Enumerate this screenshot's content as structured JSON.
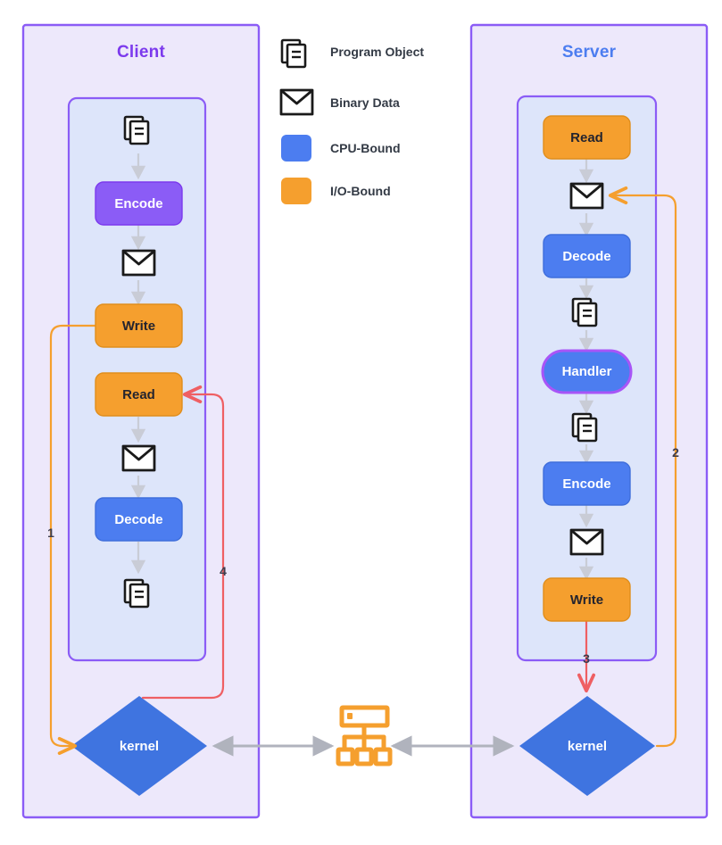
{
  "diagram": {
    "title_client": "Client",
    "title_server": "Server",
    "colors": {
      "panel_fill": "#ede8fb",
      "panel_border": "#8b5cf6",
      "inner_fill": "#dde5fa",
      "inner_border": "#8b5cf6",
      "cpu_bound": "#4c7df0",
      "io_bound": "#f59f2e",
      "encode_purple": "#8b5cf6",
      "handler_border": "#a855f7",
      "kernel_fill": "#3f74e0",
      "arrow_gray": "#b0b3bd",
      "flow_orange": "#f59f2e",
      "flow_red": "#ef5f63",
      "client_title": "#7c3aed",
      "server_title": "#4c7df0",
      "icon_black": "#1a1a1a",
      "network_orange": "#f59f2e"
    }
  },
  "legend": {
    "items": [
      {
        "icon": "program-object-icon",
        "label": "Program Object",
        "kind": "glyph"
      },
      {
        "icon": "binary-data-icon",
        "label": "Binary Data",
        "kind": "glyph"
      },
      {
        "icon": "cpu-bound-swatch",
        "label": "CPU-Bound",
        "kind": "swatch",
        "color": "#4c7df0"
      },
      {
        "icon": "io-bound-swatch",
        "label": "I/O-Bound",
        "kind": "swatch",
        "color": "#f59f2e"
      }
    ]
  },
  "client": {
    "title": "Client",
    "nodes": [
      {
        "name": "program-object",
        "type": "document-icon",
        "label": ""
      },
      {
        "name": "encode",
        "type": "box",
        "label": "Encode",
        "color": "#8b5cf6",
        "text": "#ffffff"
      },
      {
        "name": "binary-data-1",
        "type": "envelope-icon",
        "label": ""
      },
      {
        "name": "write",
        "type": "box",
        "label": "Write",
        "color": "#f59f2e",
        "text": "#24242e"
      },
      {
        "name": "read",
        "type": "box",
        "label": "Read",
        "color": "#f59f2e",
        "text": "#24242e"
      },
      {
        "name": "binary-data-2",
        "type": "envelope-icon",
        "label": ""
      },
      {
        "name": "decode",
        "type": "box",
        "label": "Decode",
        "color": "#4c7df0",
        "text": "#ffffff"
      },
      {
        "name": "program-object-2",
        "type": "document-icon",
        "label": ""
      }
    ],
    "kernel_label": "kernel"
  },
  "server": {
    "title": "Server",
    "nodes": [
      {
        "name": "read",
        "type": "box",
        "label": "Read",
        "color": "#f59f2e",
        "text": "#24242e"
      },
      {
        "name": "binary-data-1",
        "type": "envelope-icon",
        "label": ""
      },
      {
        "name": "decode",
        "type": "box",
        "label": "Decode",
        "color": "#4c7df0",
        "text": "#ffffff"
      },
      {
        "name": "program-object-1",
        "type": "document-icon",
        "label": ""
      },
      {
        "name": "handler",
        "type": "pill",
        "label": "Handler",
        "color": "#4c7df0",
        "text": "#ffffff"
      },
      {
        "name": "program-object-2",
        "type": "document-icon",
        "label": ""
      },
      {
        "name": "encode",
        "type": "box",
        "label": "Encode",
        "color": "#4c7df0",
        "text": "#ffffff"
      },
      {
        "name": "binary-data-2",
        "type": "envelope-icon",
        "label": ""
      },
      {
        "name": "write",
        "type": "box",
        "label": "Write",
        "color": "#f59f2e",
        "text": "#24242e"
      }
    ],
    "kernel_label": "kernel"
  },
  "network": {
    "icon": "network-icon",
    "label": ""
  },
  "sequence": {
    "step_1": "1",
    "step_2": "2",
    "step_3": "3",
    "step_4": "4"
  }
}
